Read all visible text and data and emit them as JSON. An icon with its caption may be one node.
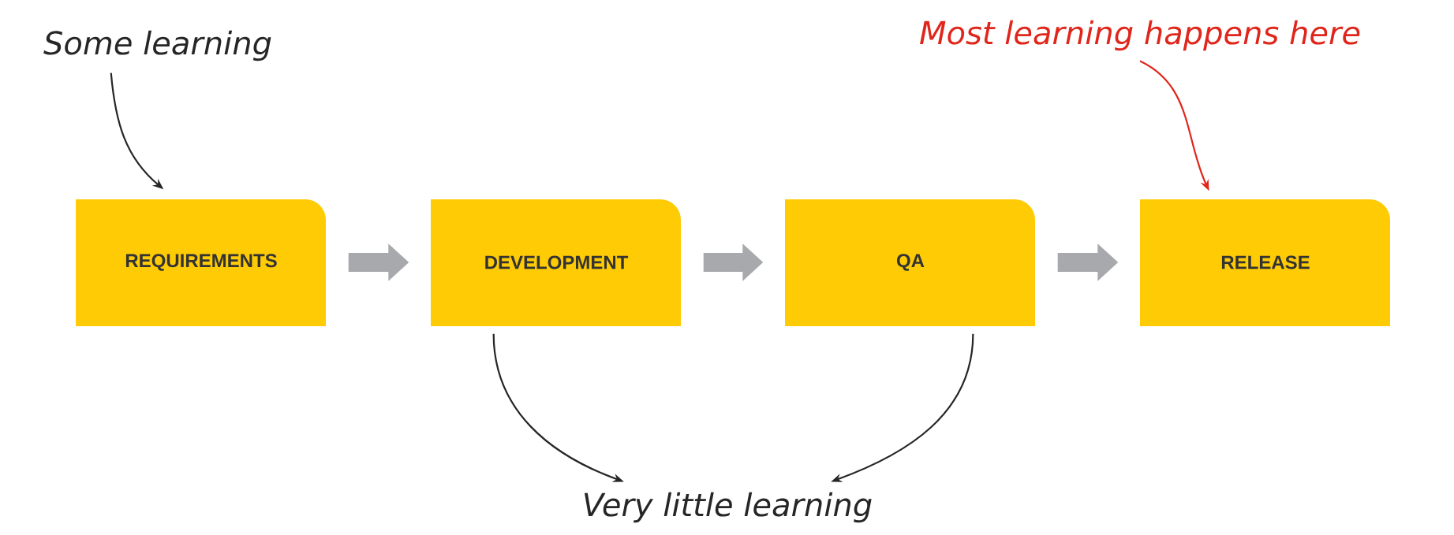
{
  "diagram": {
    "nodes": [
      {
        "text": [
          "REQUIREMENTS"
        ]
      },
      {
        "text": [
          "DEVELOPMENT"
        ]
      },
      {
        "text": [
          "QA"
        ]
      },
      {
        "text": [
          "RELEASE"
        ]
      },
      {
        "text": [
          "Some learning"
        ]
      },
      {
        "text": [
          "Most learning happens here"
        ]
      },
      {
        "text": [
          "Very little learning"
        ]
      }
    ],
    "edges": [
      {
        "from": 0,
        "to": 1,
        "arrow": "to",
        "style": "thick",
        "color": "#a7a9ac"
      },
      {
        "from": 1,
        "to": 2,
        "arrow": "to",
        "style": "thick",
        "color": "#a7a9ac"
      },
      {
        "from": 2,
        "to": 3,
        "arrow": "to",
        "style": "thick",
        "color": "#a7a9ac"
      },
      {
        "from": 4,
        "to": 0,
        "arrow": "to",
        "color": "#262626"
      },
      {
        "from": 5,
        "to": 3,
        "arrow": "to",
        "color": "#e0261b"
      },
      {
        "from": 1,
        "to": 6,
        "arrow": "to",
        "color": "#262626"
      },
      {
        "from": 2,
        "to": 6,
        "arrow": "to",
        "color": "#262626"
      }
    ]
  }
}
